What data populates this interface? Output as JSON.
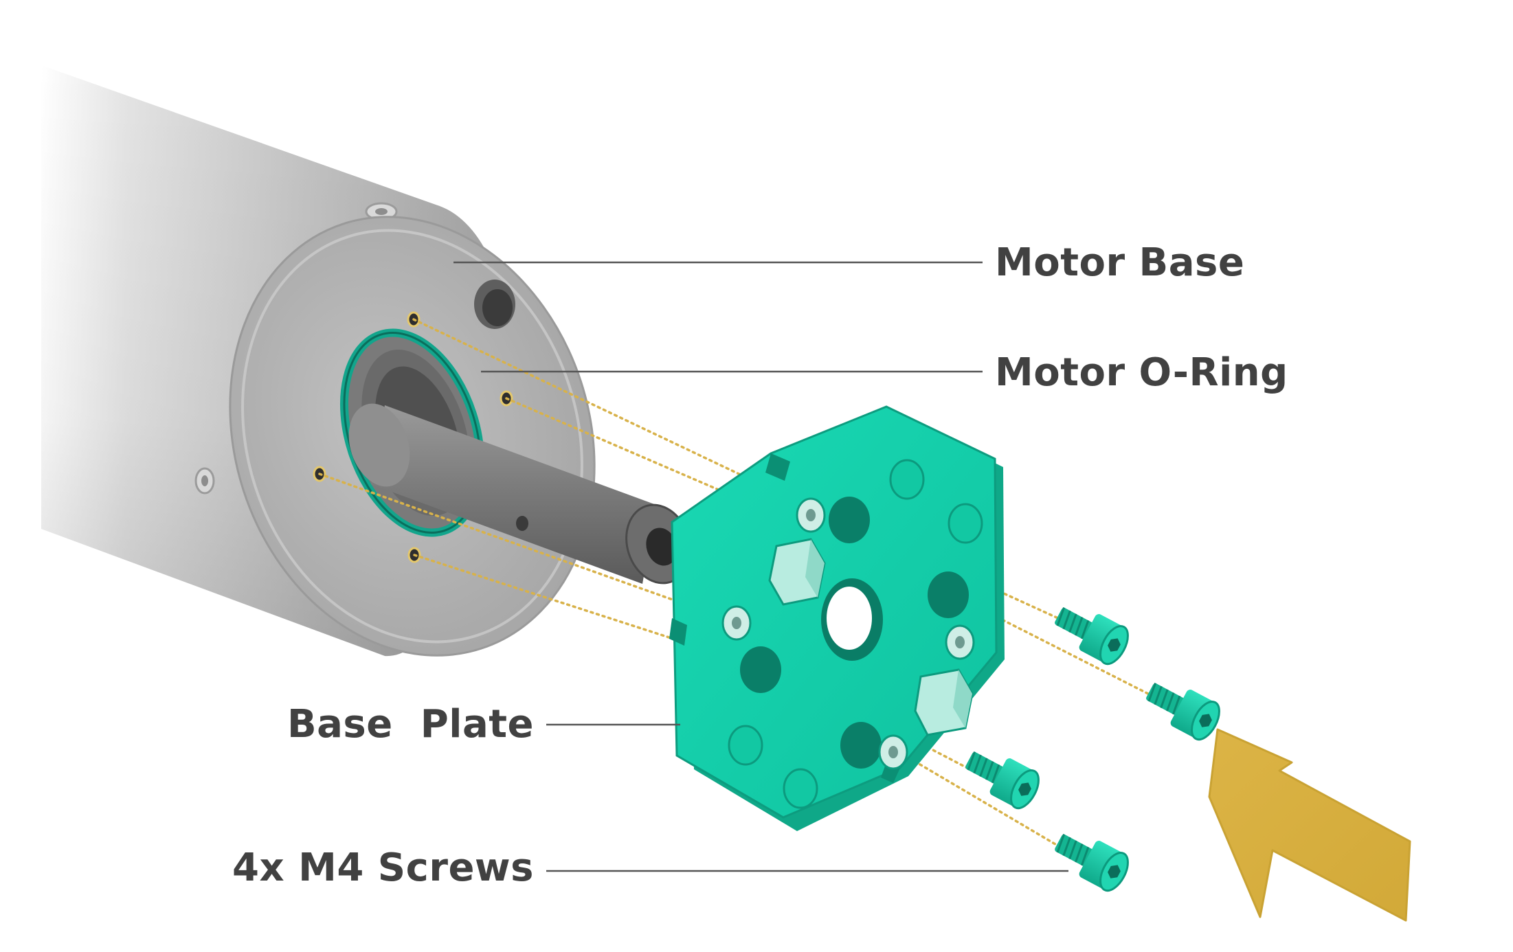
{
  "labels": {
    "motor_base": "Motor Base",
    "motor_oring": "Motor O-Ring",
    "base_plate": "Base  Plate",
    "screws": "4x M4 Screws"
  },
  "colors": {
    "background": "#ffffff",
    "label_text": "#414141",
    "leader_line": "#555555",
    "motor_body": "#a6a6a6",
    "motor_face": "#b3b3b3",
    "shaft": "#8a8a8a",
    "oring": "#12a58c",
    "plate": "#15d1ad",
    "plate_edge": "#0fa888",
    "screws": "#18c9a6",
    "guide_dots": "#d8b24a",
    "arrow": "#d9b141"
  },
  "icons": {
    "motor": "motor-cylinder-icon",
    "plate": "base-plate-icon",
    "screw": "m4-screw-icon",
    "arrow": "assembly-direction-arrow-icon"
  }
}
